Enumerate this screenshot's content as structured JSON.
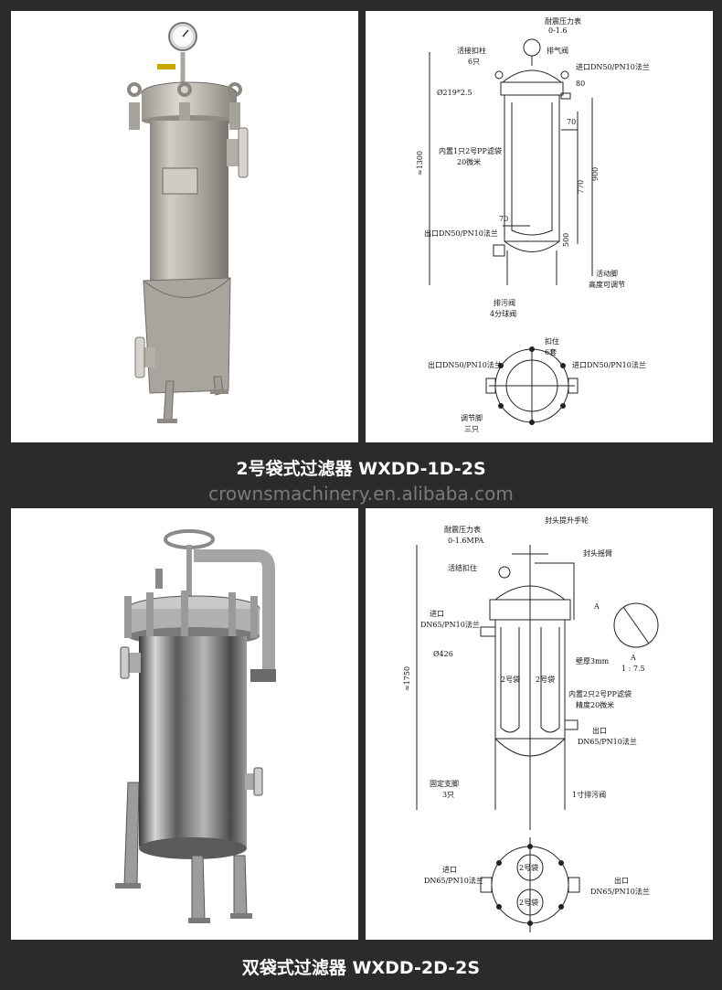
{
  "product1": {
    "caption": "2号袋式过滤器 WXDD-1D-2S",
    "drawing": {
      "gauge_label": "耐震压力表",
      "gauge_range": "0-1.6",
      "vent_label": "排气阀",
      "bolt_label": "活接扣柱",
      "bolt_count": "6只",
      "inlet_top": "进口DN50/PN10法兰",
      "dim_80": "80",
      "diameter": "Ø219*2.5",
      "dim_70a": "70",
      "bag_label": "内置1只2号PP滤袋",
      "bag_spec": "20微米",
      "dim_1300": "≈1300",
      "dim_770": "770",
      "dim_900": "900",
      "dim_70b": "70",
      "outlet_side": "出口DN50/PN10法兰",
      "dim_500": "500",
      "leg_label": "活动脚",
      "leg_spec": "高度可调节",
      "drain_label": "排污阀",
      "drain_spec": "4分球阀",
      "clamp_label": "扣住",
      "clamp_count": "6套",
      "plan_outlet": "出口DN50/PN10法兰",
      "plan_inlet": "进口DN50/PN10法兰",
      "adj_leg_label": "调节脚",
      "adj_leg_count": "三只"
    }
  },
  "watermark": "crownsmachinery.en.alibaba.com",
  "product2": {
    "caption": "双袋式过滤器 WXDD-2D-2S",
    "drawing": {
      "handwheel_label": "封头提升手轮",
      "gauge_label": "耐震压力表",
      "gauge_range": "0-1.6MPA",
      "arm_label": "封头摇臂",
      "bolt_label": "活结扣住",
      "marker_a": "A",
      "inlet_label": "进口",
      "inlet_spec": "DN65/PN10法兰",
      "diameter": "Ø426",
      "dim_1750": "≈1750",
      "wall_label": "壁厚3mm",
      "bag_left": "2号袋",
      "bag_right": "2号袋",
      "bag_label": "内置2只2号PP滤袋",
      "bag_spec": "精度20微米",
      "outlet_label": "出口",
      "outlet_spec": "DN65/PN10法兰",
      "leg_label": "固定支脚",
      "leg_count": "3只",
      "drain_label": "1寸排污阀",
      "detail_label": "A",
      "detail_scale": "1 : 7.5",
      "plan_inlet": "进口",
      "plan_inlet_spec": "DN65/PN10法兰",
      "plan_bag_top": "2号袋",
      "plan_bag_bottom": "2号袋",
      "plan_outlet": "出口",
      "plan_outlet_spec": "DN65/PN10法兰"
    }
  }
}
